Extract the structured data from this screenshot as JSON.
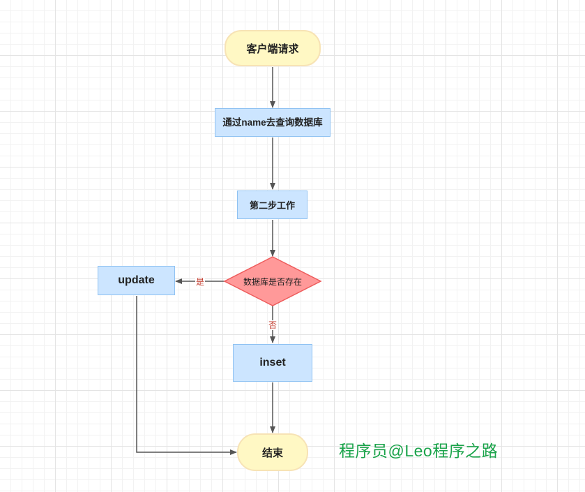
{
  "nodes": {
    "start": "客户端请求",
    "query_db": "通过name去查询数据库",
    "step_two": "第二步工作",
    "decision": "数据库是否存在",
    "update": "update",
    "insert": "inset",
    "end": "结束"
  },
  "edges": {
    "yes_label": "是",
    "no_label": "否"
  },
  "watermark": "程序员@Leo程序之路",
  "colors": {
    "terminal_fill": "#fff8c4",
    "process_fill": "#cce5ff",
    "decision_fill": "#ff9999",
    "edge_label": "#c0392b",
    "watermark": "#1aa34a"
  }
}
